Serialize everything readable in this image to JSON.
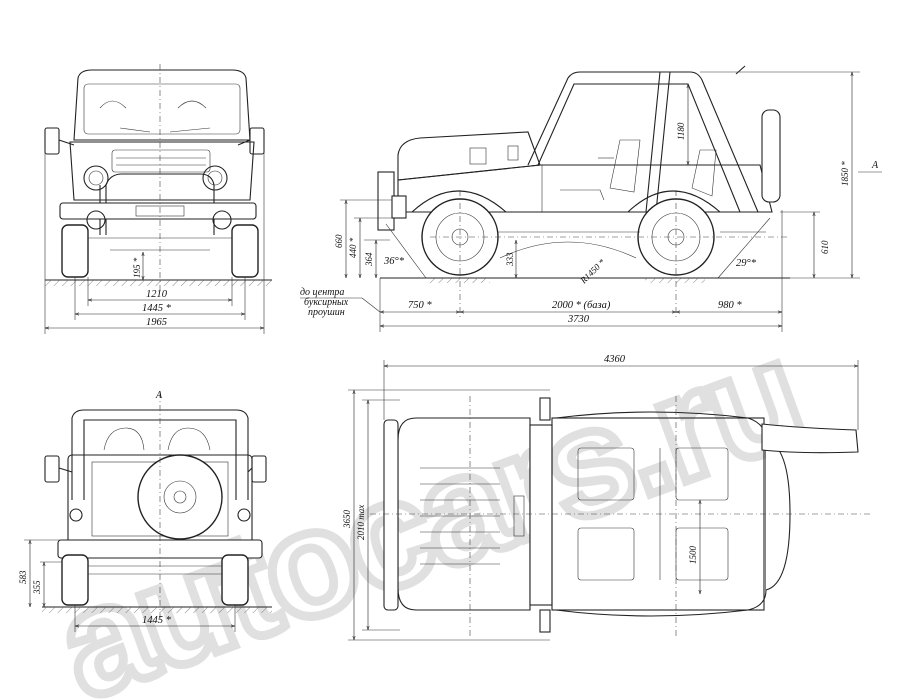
{
  "watermark": "autocars.ru",
  "view_label": "А",
  "towing_note": [
    "до центра",
    "буксирных",
    "проушин"
  ],
  "dims": {
    "front_track_1210": "1210",
    "front_track_1445": "1445 *",
    "front_width_1965": "1965",
    "front_clearance_195": "195 *",
    "side_660": "660",
    "side_440": "440 *",
    "side_364": "364",
    "side_333": "333",
    "side_angle_front": "36°*",
    "side_radius": "R1450 *",
    "side_angle_rear": "29°*",
    "side_1180": "1180",
    "side_1850": "1850 *",
    "side_610": "610",
    "side_750": "750 *",
    "side_base": "2000 * (база)",
    "side_980": "980 *",
    "side_3730": "3730",
    "top_4360": "4360",
    "top_3650": "3650",
    "top_2010": "2010 max",
    "top_1500": "1500",
    "rear_583": "583",
    "rear_355": "355",
    "rear_track_1445": "1445 *"
  }
}
